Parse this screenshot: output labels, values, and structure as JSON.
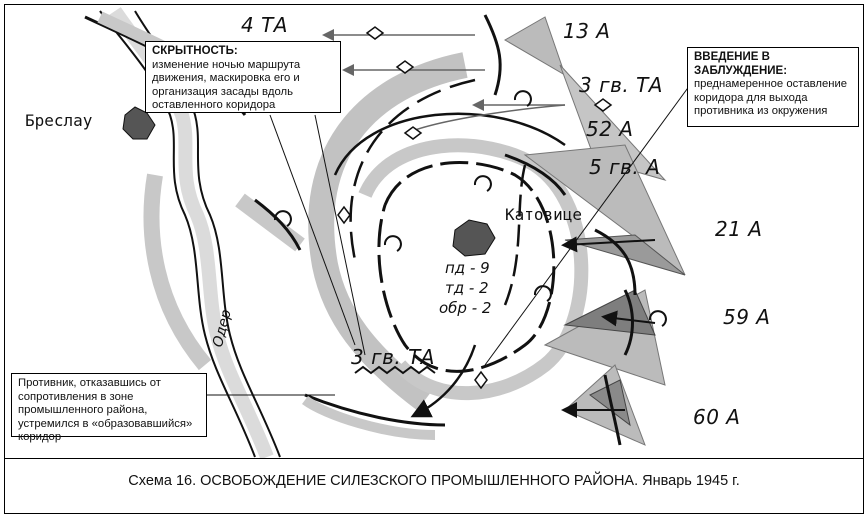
{
  "armies": {
    "a1": "4 ТА",
    "a2": "13 А",
    "a3": "3 гв. ТА",
    "a4": "52 А",
    "a5": "5 гв. А",
    "a6": "21 А",
    "a7": "59 А",
    "a8": "60 А",
    "a9": "3 гв. ТА"
  },
  "cities": {
    "breslau": "Бреслау",
    "katowice": "Катовице"
  },
  "river": "Одер",
  "enemy_forces": [
    "пд - 9",
    "тд - 2",
    "обр - 2"
  ],
  "notes": {
    "secrecy": {
      "title": "СКРЫТНОСТЬ:",
      "body": "изменение ночью маршрута движения, маскировка его и организация засады вдоль оставленного коридора"
    },
    "deception": {
      "title": "ВВЕДЕНИЕ В ЗАБЛУЖДЕНИЕ:",
      "body": "преднамеренное оставление коридора для выхода противника из окружения"
    },
    "enemy": {
      "body": "Противник, отказавшись от сопротивления в зоне промышленного района, устремился в «образовавшийся» коридор"
    }
  },
  "caption": "Схема 16. ОСВОБОЖДЕНИЕ СИЛЕЗСКОГО ПРОМЫШЛЕННОГО РАЙОНА. Январь 1945 г.",
  "colors": {
    "arrow_fill": "#bdbdbd",
    "arrow_dark": "#6f6f6f",
    "line": "#111111",
    "city": "#555555"
  }
}
